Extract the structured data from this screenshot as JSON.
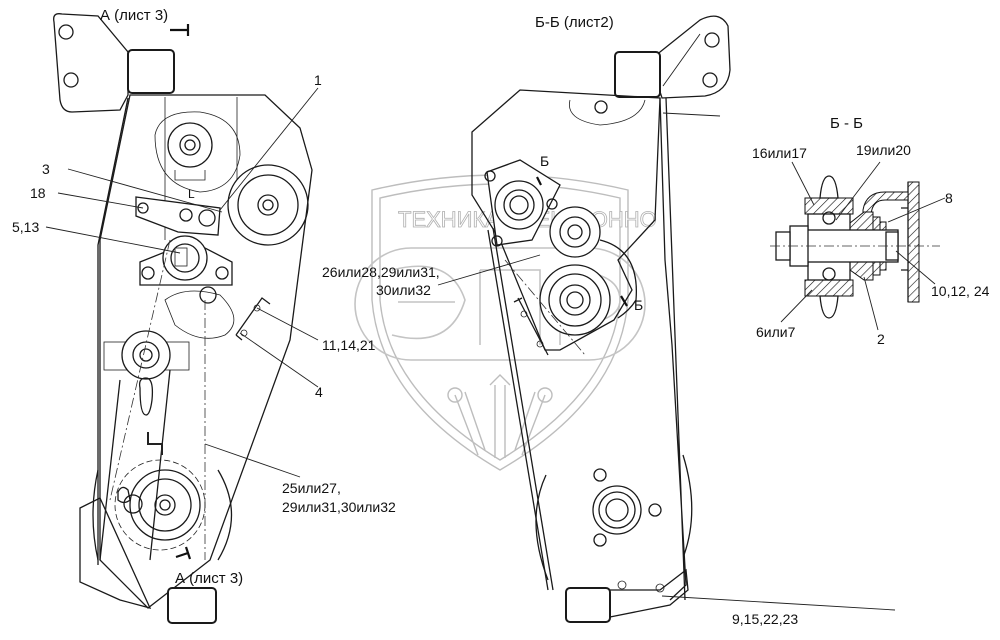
{
  "drawing": {
    "type": "technical-assembly-drawing",
    "watermark": {
      "text": "ТЕХНИКА ЭЛЕКТРОННО",
      "logo": "ЭЛ"
    },
    "views": {
      "left": {
        "title_top": "А (лист 3)",
        "title_bottom": "А (лист 3)",
        "callouts": [
          {
            "id": "c1",
            "label": "1"
          },
          {
            "id": "c3",
            "label": "3"
          },
          {
            "id": "c18",
            "label": "18"
          },
          {
            "id": "c513",
            "label": "5,13"
          },
          {
            "id": "c111421",
            "label": "11,14,21"
          },
          {
            "id": "c4",
            "label": "4"
          },
          {
            "id": "c25",
            "label_line1": "25или27,",
            "label_line2": "29или31,30или32"
          }
        ]
      },
      "middle": {
        "title": "Б-Б (лист2)",
        "section_mark_top": "Б",
        "section_mark_bottom": "Б",
        "callouts": [
          {
            "id": "c26",
            "label_line1": "26или28,29или31,",
            "label_line2": "30или32"
          },
          {
            "id": "c9",
            "label": "9,15,22,23"
          }
        ]
      },
      "section": {
        "title": "Б - Б",
        "callouts": [
          {
            "id": "c16",
            "label": "16или17"
          },
          {
            "id": "c19",
            "label": "19или20"
          },
          {
            "id": "c8",
            "label": "8"
          },
          {
            "id": "c10",
            "label": "10,12, 24"
          },
          {
            "id": "c6",
            "label": "6или7"
          },
          {
            "id": "c2",
            "label": "2"
          }
        ]
      }
    }
  }
}
